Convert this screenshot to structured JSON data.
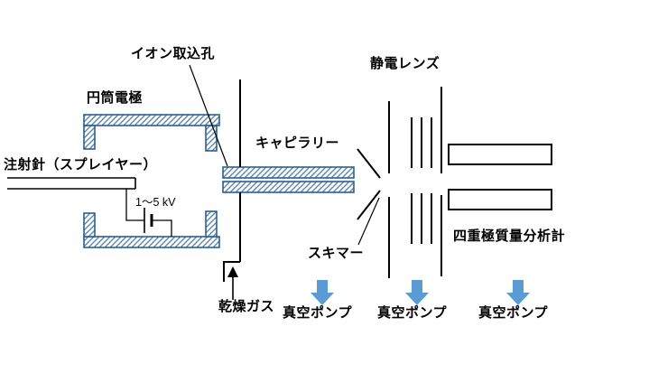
{
  "diagram": {
    "labels": {
      "ion_inlet": "イオン取込孔",
      "cylindrical_electrode": "円筒電極",
      "needle": "注射針（スプレイヤー）",
      "voltage": "1～5 kV",
      "capillary": "キャピラリー",
      "electrostatic_lens": "静電レンズ",
      "skimmer": "スキマー",
      "drying_gas": "乾燥ガス",
      "quadrupole": "四重極質量分析計",
      "vacuum_pumps": [
        "真空ポンプ",
        "真空ポンプ",
        "真空ポンプ"
      ]
    },
    "colors": {
      "line": "#000000",
      "hatch_border": "#2e5f8f",
      "hatch_line": "#5b87b5",
      "arrow": "#5b9bd5",
      "background": "#ffffff"
    }
  }
}
